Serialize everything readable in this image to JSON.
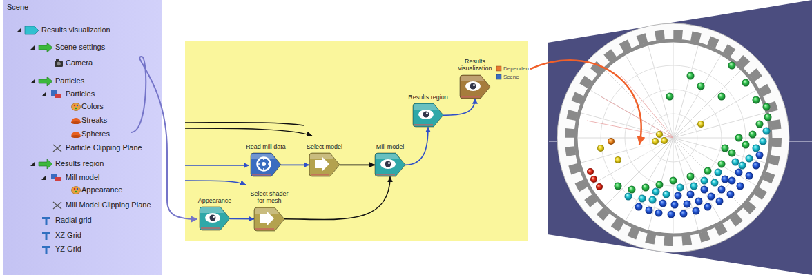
{
  "diagram": {
    "nodes": [
      {
        "text": [
          "Scene"
        ]
      },
      {
        "text": [
          "Results visualization"
        ]
      },
      {
        "text": [
          "Results region"
        ]
      },
      {
        "text": [
          "Read mill data"
        ]
      },
      {
        "text": [
          "Select model"
        ]
      },
      {
        "text": [
          "Mill model"
        ]
      },
      {
        "text": [
          "Appearance"
        ]
      },
      {
        "text": [
          "Select shader for mesh"
        ]
      }
    ],
    "edges": [
      {
        "from": 3,
        "to": 4,
        "arrow": "to"
      },
      {
        "from": 4,
        "to": 5,
        "arrow": "to"
      },
      {
        "from": 5,
        "to": 2,
        "arrow": "to"
      },
      {
        "from": 2,
        "to": 1,
        "arrow": "to"
      },
      {
        "from": 6,
        "to": 7,
        "arrow": "to"
      },
      {
        "from": 7,
        "to": 5,
        "arrow": "to"
      }
    ],
    "labels": [
      "Results visualization",
      "Scene settings",
      "Camera",
      "Particles",
      "Particles",
      "Colors",
      "Streaks",
      "Spheres",
      "Particle Clipping Plane",
      "Results region",
      "Mill model",
      "Appearance",
      "Mill Model Clipping Plane",
      "Radial grid",
      "XZ Grid",
      "YZ Grid",
      "Dependen",
      "Scene"
    ]
  }
}
